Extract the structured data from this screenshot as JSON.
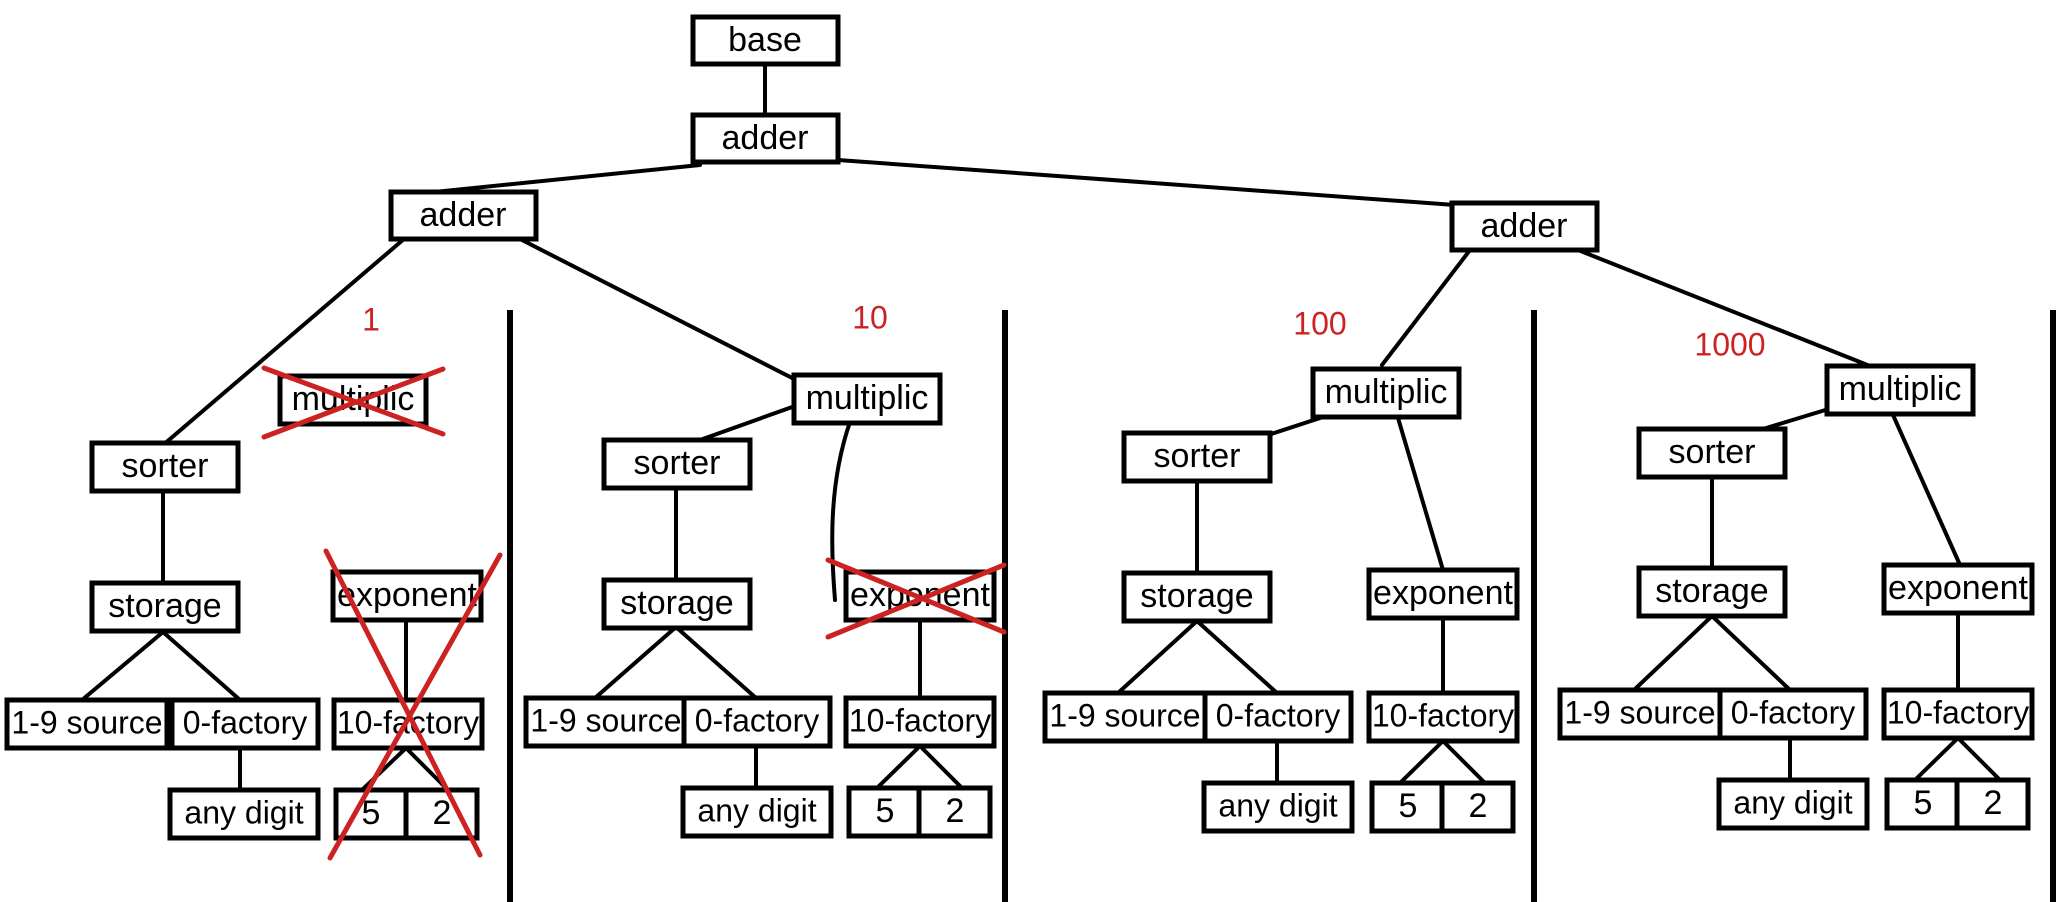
{
  "diagram": {
    "title_text": "",
    "accent_red": "#cc2222",
    "line_color": "#000000",
    "background": "#ffffff",
    "root": {
      "label": "base"
    },
    "level2": {
      "label": "adder"
    },
    "level3_left": {
      "label": "adder"
    },
    "level3_right": {
      "label": "adder"
    },
    "group_labels": [
      {
        "id": "group-1",
        "text": "1"
      },
      {
        "id": "group-10",
        "text": "10"
      },
      {
        "id": "group-100",
        "text": "100"
      },
      {
        "id": "group-1000",
        "text": "1000"
      }
    ],
    "node_labels": {
      "multiplic": "multiplic",
      "sorter": "sorter",
      "storage": "storage",
      "exponent": "exponent",
      "source_1_9": "1-9 source",
      "factory_0": "0-factory",
      "factory_10": "10-factory",
      "any_digit": "any digit",
      "digit_5": "5",
      "digit_2": "2"
    },
    "columns": [
      {
        "id": "col-1",
        "group_label": "1",
        "multiplic_struck": true,
        "exponent_struck": true,
        "factory10_struck": true,
        "digits_struck": true,
        "nodes": {
          "multiplic": "multiplic",
          "sorter": "sorter",
          "storage": "storage",
          "exponent": "exponent",
          "source": "1-9 source",
          "zero_factory": "0-factory",
          "ten_factory": "10-factory",
          "any_digit": "any digit",
          "digit_left": "5",
          "digit_right": "2"
        }
      },
      {
        "id": "col-10",
        "group_label": "10",
        "multiplic_struck": false,
        "exponent_struck": true,
        "factory10_struck": false,
        "digits_struck": false,
        "nodes": {
          "multiplic": "multiplic",
          "sorter": "sorter",
          "storage": "storage",
          "exponent": "exponent",
          "source": "1-9 source",
          "zero_factory": "0-factory",
          "ten_factory": "10-factory",
          "any_digit": "any digit",
          "digit_left": "5",
          "digit_right": "2"
        }
      },
      {
        "id": "col-100",
        "group_label": "100",
        "multiplic_struck": false,
        "exponent_struck": false,
        "factory10_struck": false,
        "digits_struck": false,
        "nodes": {
          "multiplic": "multiplic",
          "sorter": "sorter",
          "storage": "storage",
          "exponent": "exponent",
          "source": "1-9 source",
          "zero_factory": "0-factory",
          "ten_factory": "10-factory",
          "any_digit": "any digit",
          "digit_left": "5",
          "digit_right": "2"
        }
      },
      {
        "id": "col-1000",
        "group_label": "1000",
        "multiplic_struck": false,
        "exponent_struck": false,
        "factory10_struck": false,
        "digits_struck": false,
        "nodes": {
          "multiplic": "multiplic",
          "sorter": "sorter",
          "storage": "storage",
          "exponent": "exponent",
          "source": "1-9 source",
          "zero_factory": "0-factory",
          "ten_factory": "10-factory",
          "any_digit": "any digit",
          "digit_left": "5",
          "digit_right": "2"
        }
      }
    ]
  }
}
